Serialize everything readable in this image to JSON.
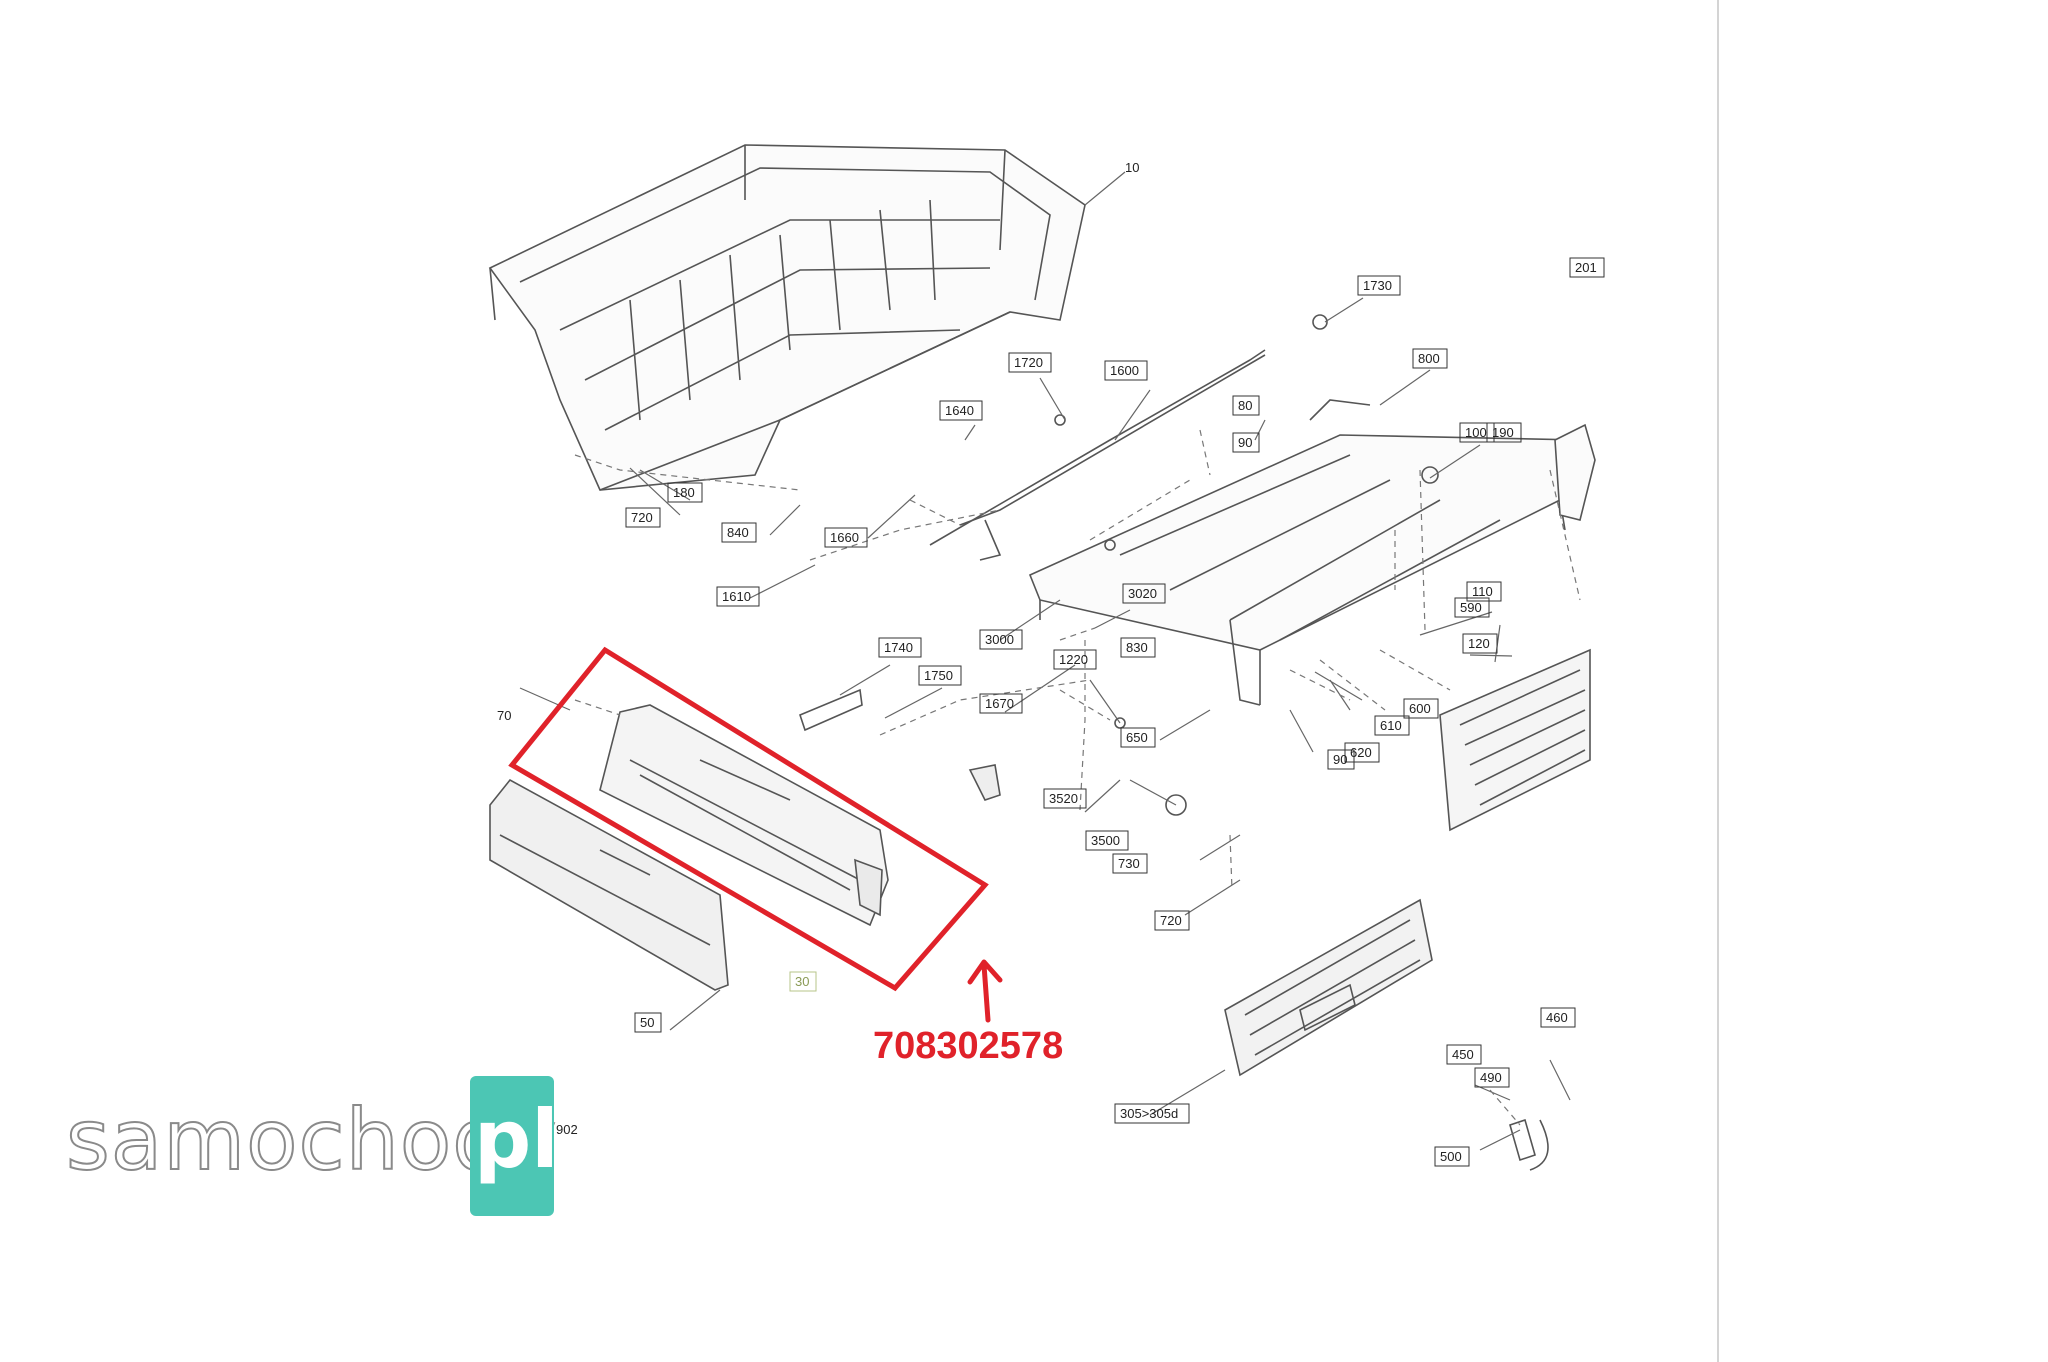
{
  "diagram": {
    "part_labels": [
      "10",
      "1730",
      "201",
      "1720",
      "1600",
      "800",
      "1640",
      "80",
      "90",
      "100",
      "190",
      "180",
      "720",
      "840",
      "1660",
      "1610",
      "3020",
      "3000",
      "830",
      "110",
      "590",
      "120",
      "1740",
      "1750",
      "1670",
      "1220",
      "610",
      "600",
      "620",
      "650",
      "90",
      "70",
      "3520",
      "3500",
      "730",
      "720",
      "30",
      "50",
      "305>305d",
      "450",
      "490",
      "460",
      "500",
      "902"
    ],
    "callout_part_number": "708302578",
    "callout_color": "#e0222a"
  },
  "watermark": {
    "text": "samochody",
    "box_text": "pl",
    "box_color": "#4cc6b4"
  }
}
